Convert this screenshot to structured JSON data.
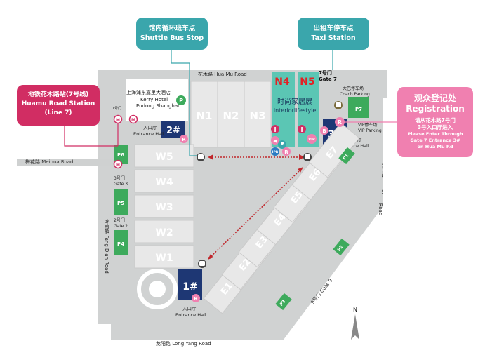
{
  "callouts": {
    "shuttle": {
      "cn": "馆内循环班车点",
      "en": "Shuttle Bus Stop"
    },
    "taxi": {
      "cn": "出租车停车点",
      "en": "Taxi Station"
    },
    "metro": {
      "cn": "地铁花木路站(7号线)",
      "en1": "Huamu Road Station",
      "en2": "(Line 7)"
    },
    "registration": {
      "cn": "观众登记处",
      "en": "Registration",
      "note_cn1": "请从花木路7号门",
      "note_cn2": "3号入口厅进入",
      "note_en1": "Please Enter Through",
      "note_en2": "Gate 7 Entrance 3#",
      "note_en3": "on Hua Mu Rd"
    }
  },
  "roads": {
    "north": "花木路 Hua Mu Road",
    "west": "芳甸路 Fang Dian Road",
    "east": "罗山路 Luo Shan Road",
    "south": "龙阳路 Long Yang Road",
    "meihua": "梅花路 Meihua Road",
    "gate9": "9号门 Gate 9"
  },
  "hotel": {
    "cn": "上海浦东嘉里大酒店",
    "en1": "Kerry Hotel",
    "en2": "Pudong Shanghai"
  },
  "halls": {
    "north": [
      "N1",
      "N2",
      "N3"
    ],
    "west": [
      "W5",
      "W4",
      "W3",
      "W2",
      "W1"
    ],
    "east": [
      "E1",
      "E2",
      "E3",
      "E4",
      "E5",
      "E6",
      "E7"
    ],
    "n4": "N4",
    "n5": "N5",
    "lifestyle_cn": "时尚家居展",
    "lifestyle_en": "Interiorlifestyle"
  },
  "entrances": {
    "e1": "1#",
    "e2": "2#",
    "e3": "3#",
    "hall_cn": "入口厅",
    "hall_en": "Entrance Hall"
  },
  "gates": {
    "g7": "7号门",
    "g7en": "Gate 7",
    "g3": "3号门",
    "g3en": "Gate 3",
    "g2": "2号门",
    "g2en": "Gate 2",
    "g1": "1号门"
  },
  "parking": {
    "p": "P",
    "p1": "P1",
    "p2": "P2",
    "p3": "P3",
    "p4": "P4",
    "p5": "P5",
    "p6": "P6",
    "p7": "P7",
    "coach_cn": "大巴停车场",
    "coach_en": "Coach Parking",
    "vip_cn": "VIP停车场",
    "vip_en": "VIP Parking"
  },
  "markers": {
    "registration": "R",
    "info": "i",
    "bank": "B",
    "vip": "VIP",
    "ipr": "IPR"
  },
  "compass": "N",
  "colors": {
    "teal": "#3aa6ac",
    "navy": "#1e3774",
    "magenta": "#d12d63",
    "pink": "#f080b0",
    "green": "#3daa5c",
    "hall_gray": "#e7e7e7",
    "site_gray": "#cfd1d1",
    "red": "#e32124"
  }
}
